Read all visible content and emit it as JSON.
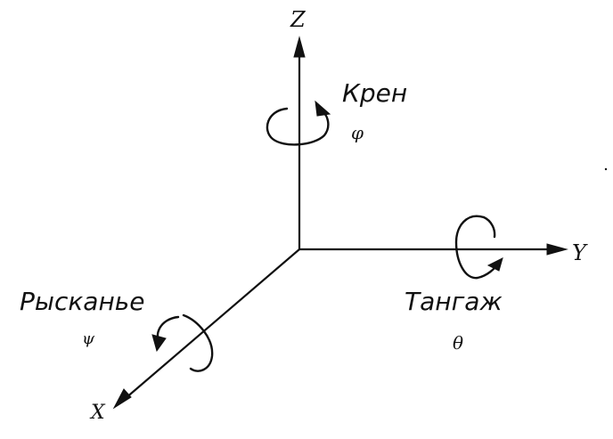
{
  "axes": {
    "z_label": "Z",
    "y_label": "Y",
    "x_label": "X"
  },
  "rotations": {
    "roll": {
      "name": "Крен",
      "symbol": "φ"
    },
    "pitch": {
      "name": "Тангаж",
      "symbol": "θ"
    },
    "yaw": {
      "name": "Рысканье",
      "symbol": "ψ"
    }
  }
}
